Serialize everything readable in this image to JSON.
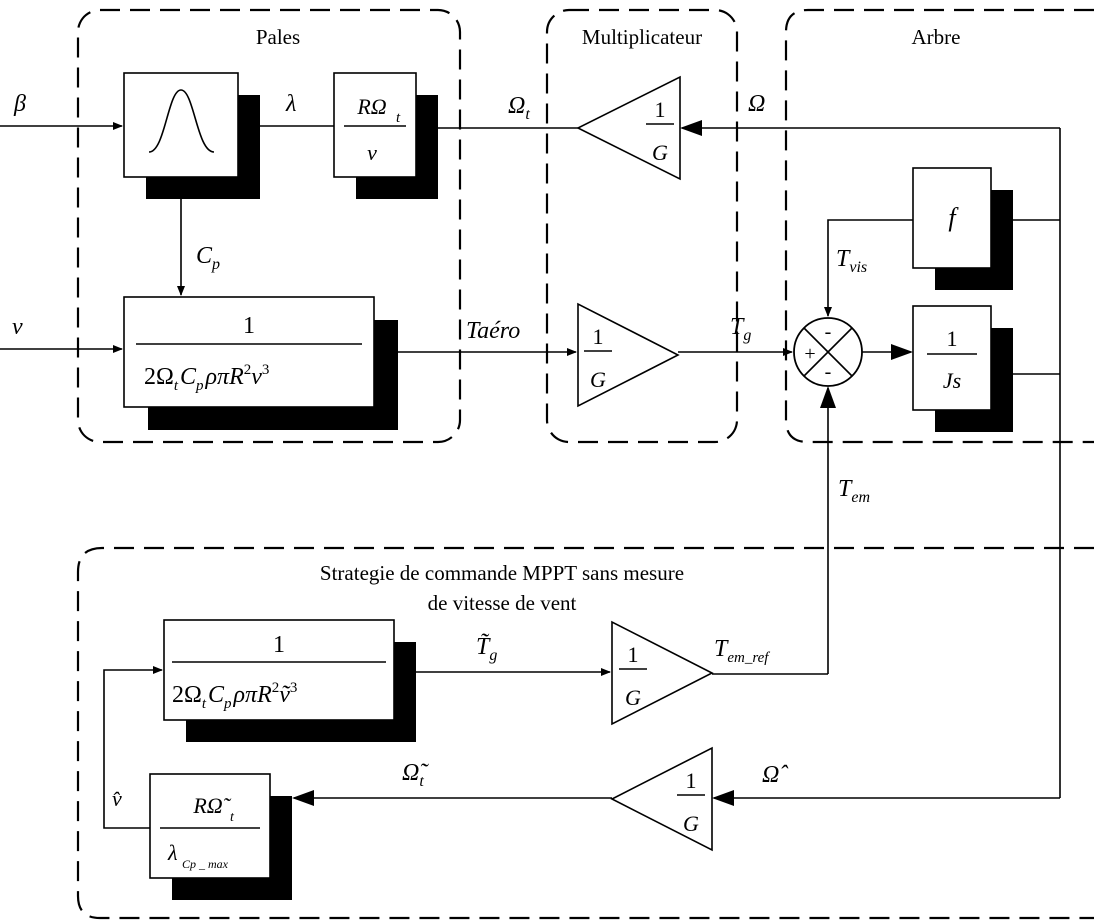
{
  "groups": {
    "pales": "Pales",
    "multiplicateur": "Multiplicateur",
    "arbre": "Arbre",
    "mppt_line1": "Strategie de commande MPPT sans mesure",
    "mppt_line2": "de vitesse de vent"
  },
  "signals": {
    "beta": "β",
    "lambda": "λ",
    "v": "v",
    "omega_t": "Ω",
    "omega_t_sub": "t",
    "omega": "Ω",
    "cp": "C",
    "cp_sub": "p",
    "taero": "Taéro",
    "tg": "T",
    "tg_sub": "g",
    "tvis": "T",
    "tvis_sub": "vis",
    "tem": "T",
    "tem_sub": "em",
    "tg_est": "T̃",
    "tg_est_sub": "g",
    "tem_ref": "T",
    "tem_ref_sub": "em_ref",
    "v_hat": "v̂",
    "omega_t_est": "Ω̃",
    "omega_t_est_sub": "t",
    "omega_hat": "Ω̂"
  },
  "blocks": {
    "lambda_num": "RΩ",
    "lambda_num_sub": "t",
    "lambda_den": "v",
    "gain_num": "1",
    "gain_den": "G",
    "f": "f",
    "inertia_num": "1",
    "inertia_den": "Js",
    "aero_num": "1",
    "aero_den": "2Ω",
    "aero_den_sub": "t",
    "aero_den_rest": "C",
    "aero_den_cp": "p",
    "aero_den_tail": "ρπR",
    "aero_den_exp": "2",
    "aero_den_v": "v",
    "aero_den_v_est": "ṽ",
    "aero_den_cube": "3",
    "vest_num": "RΩ̃",
    "vest_num_sub": "t",
    "vest_den": "λ",
    "vest_den_sub": "Cp _ max"
  },
  "summing": {
    "plus": "+",
    "minus": "-"
  }
}
